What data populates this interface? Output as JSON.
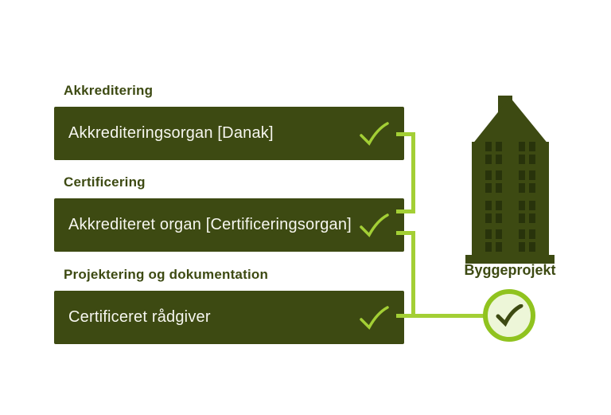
{
  "diagram": {
    "steps": [
      {
        "label": "Akkreditering",
        "box": "Akkrediteringsorgan [Danak]"
      },
      {
        "label": "Certificering",
        "box": "Akkrediteret organ [Certificeringsorgan]"
      },
      {
        "label": "Projektering og dokumentation",
        "box": "Certificeret rådgiver"
      }
    ],
    "building_caption": "Byggeprojekt"
  },
  "icons": {
    "checkmark": "✓",
    "building": "apartment-building",
    "approval_badge": "circle-checkmark"
  },
  "colors": {
    "background": "#ffffff",
    "box_background": "#3d4a12",
    "box_text": "#f6f6ef",
    "label_text": "#3d4a12",
    "accent_green": "#a3cf35",
    "badge_ring": "#90c31f",
    "badge_fill": "#edf6d8",
    "window_pane": "#28330b"
  }
}
